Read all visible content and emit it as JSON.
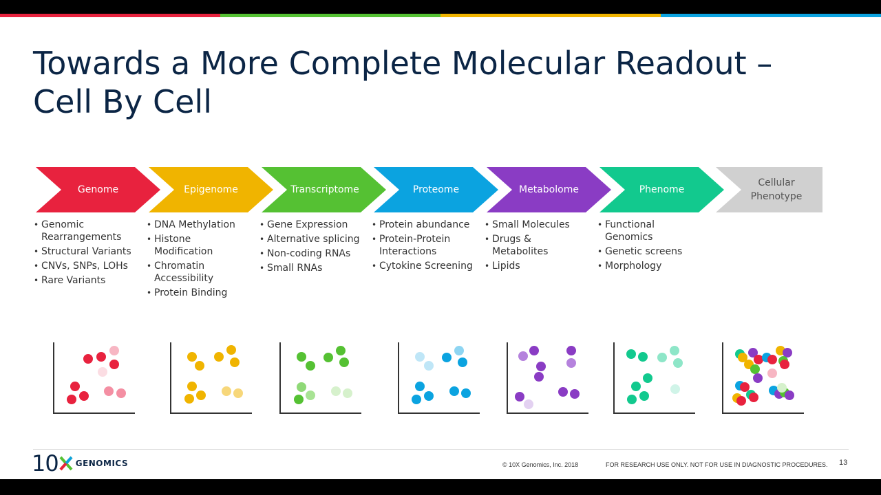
{
  "slide": {
    "title_line1": "Towards a More Complete Molecular Readout –",
    "title_line2": "Cell By Cell"
  },
  "accent_colors": [
    "#e8223e",
    "#55c133",
    "#f0b400",
    "#0ba3e0"
  ],
  "stages": [
    {
      "label": "Genome",
      "color": "#e8223e",
      "icon": "arrow-chevron"
    },
    {
      "label": "Epigenome",
      "color": "#f0b400",
      "icon": "arrow-chevron"
    },
    {
      "label": "Transcriptome",
      "color": "#55c133",
      "icon": "arrow-chevron"
    },
    {
      "label": "Proteome",
      "color": "#0ba3e0",
      "icon": "arrow-chevron"
    },
    {
      "label": "Metabolome",
      "color": "#8a3cc4",
      "icon": "arrow-chevron"
    },
    {
      "label": "Phenome",
      "color": "#12c98e",
      "icon": "arrow-chevron"
    },
    {
      "label_line1": "Cellular",
      "label_line2": "Phenotype",
      "color": "#d0d0d0",
      "icon": "arrow-tail"
    }
  ],
  "bullets": [
    [
      "Genomic Rearrangements",
      "Structural Variants",
      "CNVs, SNPs, LOHs",
      "Rare Variants"
    ],
    [
      "DNA Methylation",
      "Histone Modification",
      "Chromatin Accessibility",
      "Protein Binding"
    ],
    [
      "Gene Expression",
      "Alternative splicing",
      "Non-coding RNAs",
      "Small RNAs"
    ],
    [
      "Protein abundance",
      "Protein-Protein Interactions",
      "Cytokine Screening"
    ],
    [
      "Small Molecules",
      "Drugs & Metabolites",
      "Lipids"
    ],
    [
      "Functional Genomics",
      "Genetic screens",
      "Morphology"
    ]
  ],
  "footer": {
    "logo_number": "10",
    "logo_x": "X",
    "logo_word": "GENOMICS",
    "copyright": "© 10X Genomics, Inc. 2018",
    "disclaimer": "FOR RESEARCH USE ONLY. NOT FOR USE IN DIAGNOSTIC PROCEDURES.",
    "page_number": "13"
  }
}
